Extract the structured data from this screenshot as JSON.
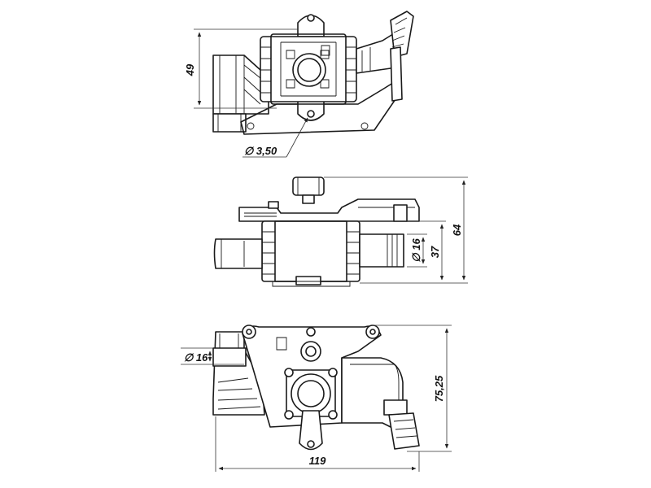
{
  "drawing": {
    "views": [
      "top",
      "front",
      "bottom"
    ],
    "dimensions": {
      "height_top": "49",
      "hole_diameter": "∅ 3,50",
      "height_total": "64",
      "height_body": "37",
      "pipe_diameter_right": "∅ 16",
      "pipe_diameter_left": "∅ 16",
      "height_bottom": "75,25",
      "width_total": "119"
    }
  }
}
